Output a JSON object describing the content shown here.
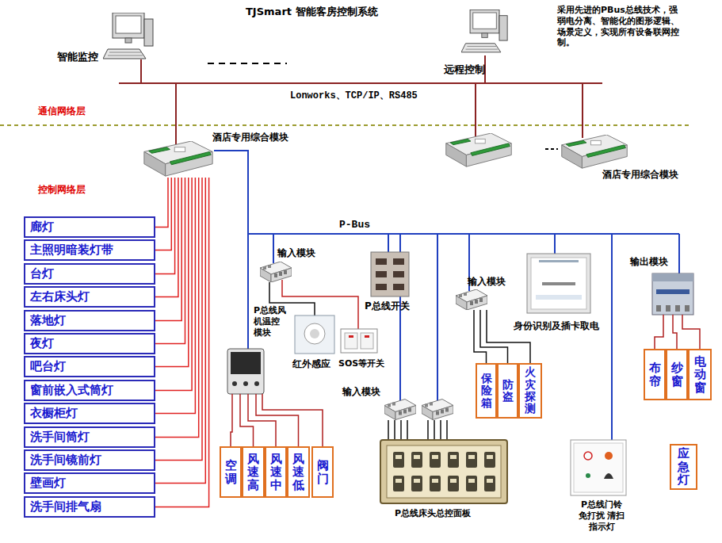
{
  "diagram": {
    "title": "TJSmart 智能客房控制系统",
    "nodes": [
      {
        "text": [
          "酒店专用综合模块"
        ]
      },
      {
        "text": [
          "廊灯"
        ]
      },
      {
        "text": [
          "主照明暗装灯带"
        ]
      },
      {
        "text": [
          "台灯"
        ]
      },
      {
        "text": [
          "左右床头灯"
        ]
      },
      {
        "text": [
          "落地灯"
        ]
      },
      {
        "text": [
          "夜灯"
        ]
      },
      {
        "text": [
          "吧台灯"
        ]
      },
      {
        "text": [
          "窗前嵌入式筒灯"
        ]
      },
      {
        "text": [
          "衣橱柜灯"
        ]
      },
      {
        "text": [
          "洗手间筒灯"
        ]
      },
      {
        "text": [
          "洗手间镜前灯"
        ]
      },
      {
        "text": [
          "壁画灯"
        ]
      },
      {
        "text": [
          "洗手间排气扇"
        ]
      },
      {
        "text": [
          "P总线风机温控模块"
        ]
      },
      {
        "text": [
          "空调"
        ]
      },
      {
        "text": [
          "风速高"
        ]
      },
      {
        "text": [
          "风速中"
        ]
      },
      {
        "text": [
          "风速低"
        ]
      },
      {
        "text": [
          "阀门"
        ]
      },
      {
        "text": [
          "输入模块"
        ]
      },
      {
        "text": [
          "保险箱"
        ]
      },
      {
        "text": [
          "防盗"
        ]
      },
      {
        "text": [
          "火灾探测"
        ]
      },
      {
        "text": [
          "输出模块"
        ]
      },
      {
        "text": [
          "布帘"
        ]
      },
      {
        "text": [
          "纱窗"
        ]
      },
      {
        "text": [
          "电动窗"
        ]
      },
      {
        "text": [
          "应急灯"
        ]
      }
    ],
    "edges": [
      {
        "from": 0,
        "to": 1,
        "arrow": "none"
      },
      {
        "from": 0,
        "to": 2,
        "arrow": "none"
      },
      {
        "from": 0,
        "to": 3,
        "arrow": "none"
      },
      {
        "from": 0,
        "to": 4,
        "arrow": "none"
      },
      {
        "from": 0,
        "to": 5,
        "arrow": "none"
      },
      {
        "from": 0,
        "to": 6,
        "arrow": "none"
      },
      {
        "from": 0,
        "to": 7,
        "arrow": "none"
      },
      {
        "from": 0,
        "to": 8,
        "arrow": "none"
      },
      {
        "from": 0,
        "to": 9,
        "arrow": "none"
      },
      {
        "from": 0,
        "to": 10,
        "arrow": "none"
      },
      {
        "from": 0,
        "to": 11,
        "arrow": "none"
      },
      {
        "from": 0,
        "to": 12,
        "arrow": "none"
      },
      {
        "from": 0,
        "to": 13,
        "arrow": "none"
      },
      {
        "from": 14,
        "to": 15,
        "arrow": "none"
      },
      {
        "from": 14,
        "to": 16,
        "arrow": "none"
      },
      {
        "from": 14,
        "to": 17,
        "arrow": "none"
      },
      {
        "from": 14,
        "to": 18,
        "arrow": "none"
      },
      {
        "from": 14,
        "to": 19,
        "arrow": "none"
      },
      {
        "from": 20,
        "to": 21,
        "arrow": "none"
      },
      {
        "from": 20,
        "to": 22,
        "arrow": "none"
      },
      {
        "from": 20,
        "to": 23,
        "arrow": "none"
      },
      {
        "from": 24,
        "to": 25,
        "arrow": "none"
      },
      {
        "from": 24,
        "to": 26,
        "arrow": "none"
      },
      {
        "from": 24,
        "to": 27,
        "arrow": "none"
      }
    ],
    "labels": [
      "智能监控",
      "远程控制",
      "采用先进的PBus总线技术，强弱电分离、智能化的图形逻辑、场景定义，实现所有设备联网控制。",
      "Lonworks、TCP/IP、RS485",
      "通信网络层",
      "控制网络层",
      "酒店专用综合模块",
      "P-Bus",
      "输入模块",
      "P总线开关",
      "红外感应",
      "SOS等开关",
      "身份识别及插卡取电",
      "输入模块",
      "P总线床头总控面板",
      "P总线门铃 免打扰 清扫指示灯"
    ]
  }
}
